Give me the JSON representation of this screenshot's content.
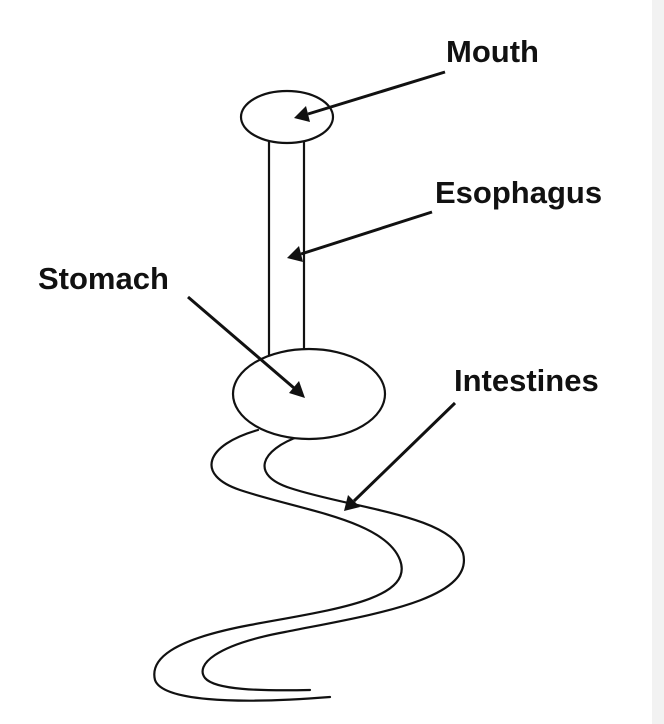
{
  "labels": {
    "mouth": "Mouth",
    "esophagus": "Esophagus",
    "stomach": "Stomach",
    "intestines": "Intestines"
  },
  "colors": {
    "ink": "#111111",
    "background": "#ffffff"
  }
}
